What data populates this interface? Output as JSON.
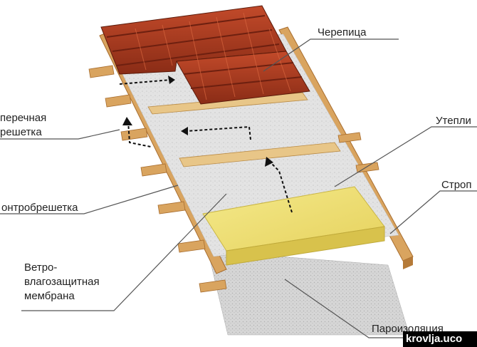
{
  "labels": {
    "tile": "Черепица",
    "cross_batten_1": "перечная",
    "cross_batten_2": "решетка",
    "insulation": "Утепли",
    "rafter": "Строп",
    "counter_batten": "онтробрешетка",
    "membrane_1": "Ветро-",
    "membrane_2": "влагозащитная",
    "membrane_3": "мембрана",
    "vapor_barrier": "Пароизоляция"
  },
  "watermark": "krovlja.uco",
  "colors": {
    "tile": "#a43b22",
    "tile_dark": "#6e2010",
    "wood": "#d9a45f",
    "wood_dark": "#b57a38",
    "membrane": "#e4e4e4",
    "insulation": "#eedd70",
    "line": "#555555"
  }
}
